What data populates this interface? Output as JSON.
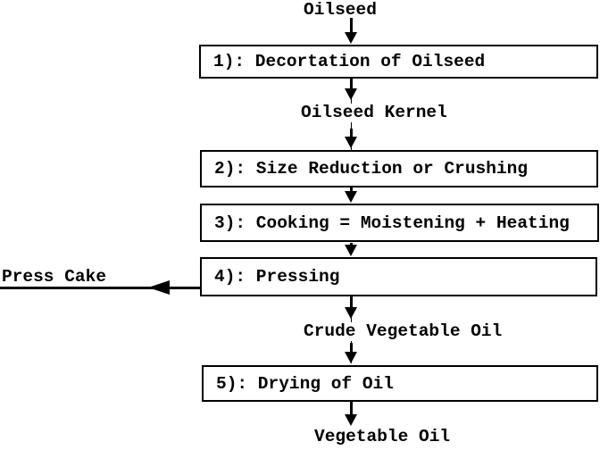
{
  "flowchart": {
    "labels": {
      "start": "Oilseed",
      "after_step1": "Oilseed Kernel",
      "after_step4": "Crude Vegetable Oil",
      "end": "Vegetable Oil",
      "side_output": "Press Cake"
    },
    "steps": [
      "1): Decortation of Oilseed",
      "2): Size Reduction or Crushing",
      "3): Cooking = Moistening + Heating",
      "4): Pressing",
      "5): Drying of Oil"
    ],
    "colors": {
      "ink": "#000000",
      "background": "#ffffff"
    }
  }
}
